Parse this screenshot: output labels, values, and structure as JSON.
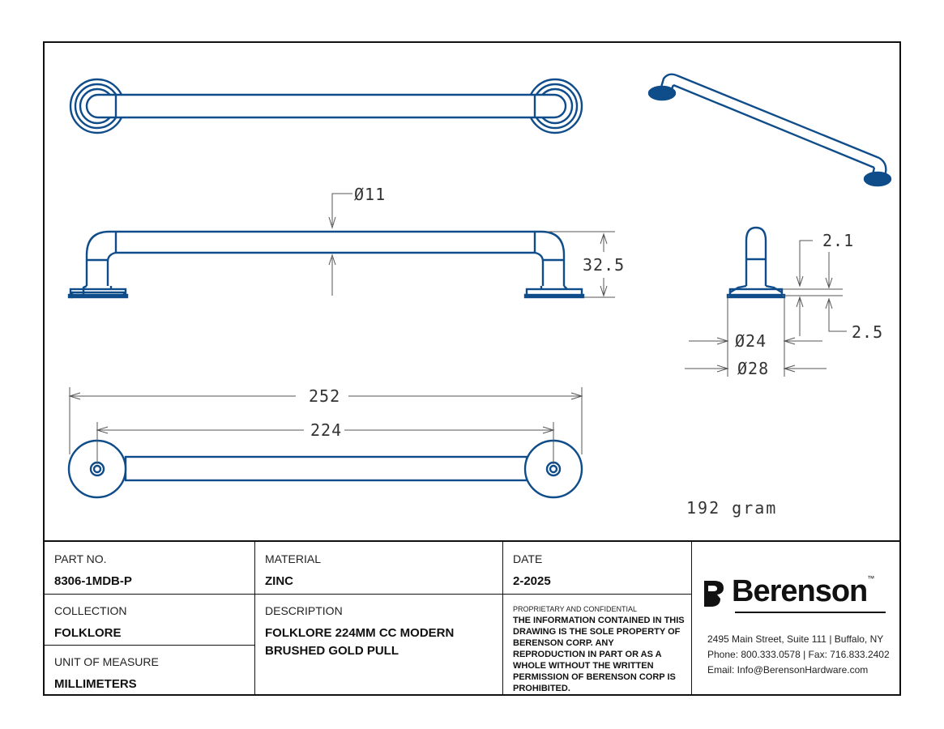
{
  "dimensions": {
    "dia_bar": "Ø11",
    "height": "32.5",
    "top_thickness": "2.1",
    "base_thickness": "2.5",
    "dia_inner": "Ø24",
    "dia_outer": "Ø28",
    "overall_length": "252",
    "center_to_center": "224",
    "weight": "192 gram"
  },
  "title_block": {
    "part_no_label": "PART NO.",
    "part_no": "8306-1MDB-P",
    "material_label": "MATERIAL",
    "material": "ZINC",
    "date_label": "DATE",
    "date": "2-2025",
    "collection_label": "COLLECTION",
    "collection": "FOLKLORE",
    "description_label": "DESCRIPTION",
    "description_line1": "FOLKLORE 224MM CC MODERN",
    "description_line2": "BRUSHED GOLD PULL",
    "uom_label": "UNIT OF MEASURE",
    "uom": "MILLIMETERS",
    "proprietary_heading": "PROPRIETARY AND CONFIDENTIAL",
    "proprietary_text": "THE INFORMATION CONTAINED IN THIS DRAWING IS THE SOLE PROPERTY OF BERENSON CORP. ANY REPRODUCTION IN PART OR AS A WHOLE WITHOUT THE WRITTEN PERMISSION OF BERENSON CORP IS PROHIBITED."
  },
  "company": {
    "name": "Berenson",
    "trademark": "™",
    "address": "2495 Main Street, Suite 111 | Buffalo, NY",
    "phone": "Phone: 800.333.0578 | Fax: 716.833.2402",
    "email": "Email: Info@BerensonHardware.com"
  },
  "colors": {
    "line_blue": "#0f4c8a",
    "dim_gray": "#555555"
  }
}
